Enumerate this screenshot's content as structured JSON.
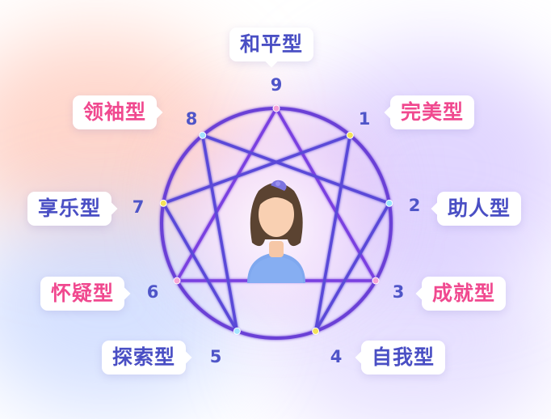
{
  "diagram": {
    "colors": {
      "circle": "#6a3fd6",
      "star": "#5a4ad8",
      "triangle": "#7a3fe0",
      "pink_text": "#f0498f",
      "purple_text": "#4a4fc4",
      "number": "#4f55c8"
    },
    "types": [
      {
        "number": "9",
        "label": "和平型",
        "color": "#4a4fc4"
      },
      {
        "number": "1",
        "label": "完美型",
        "color": "#f0498f"
      },
      {
        "number": "2",
        "label": "助人型",
        "color": "#4a4fc4"
      },
      {
        "number": "3",
        "label": "成就型",
        "color": "#f0498f"
      },
      {
        "number": "4",
        "label": "自我型",
        "color": "#4a4fc4"
      },
      {
        "number": "5",
        "label": "探索型",
        "color": "#4a4fc4"
      },
      {
        "number": "6",
        "label": "怀疑型",
        "color": "#f0498f"
      },
      {
        "number": "7",
        "label": "享乐型",
        "color": "#4a4fc4"
      },
      {
        "number": "8",
        "label": "领袖型",
        "color": "#f0498f"
      }
    ],
    "center_icon": "female-avatar-icon"
  }
}
